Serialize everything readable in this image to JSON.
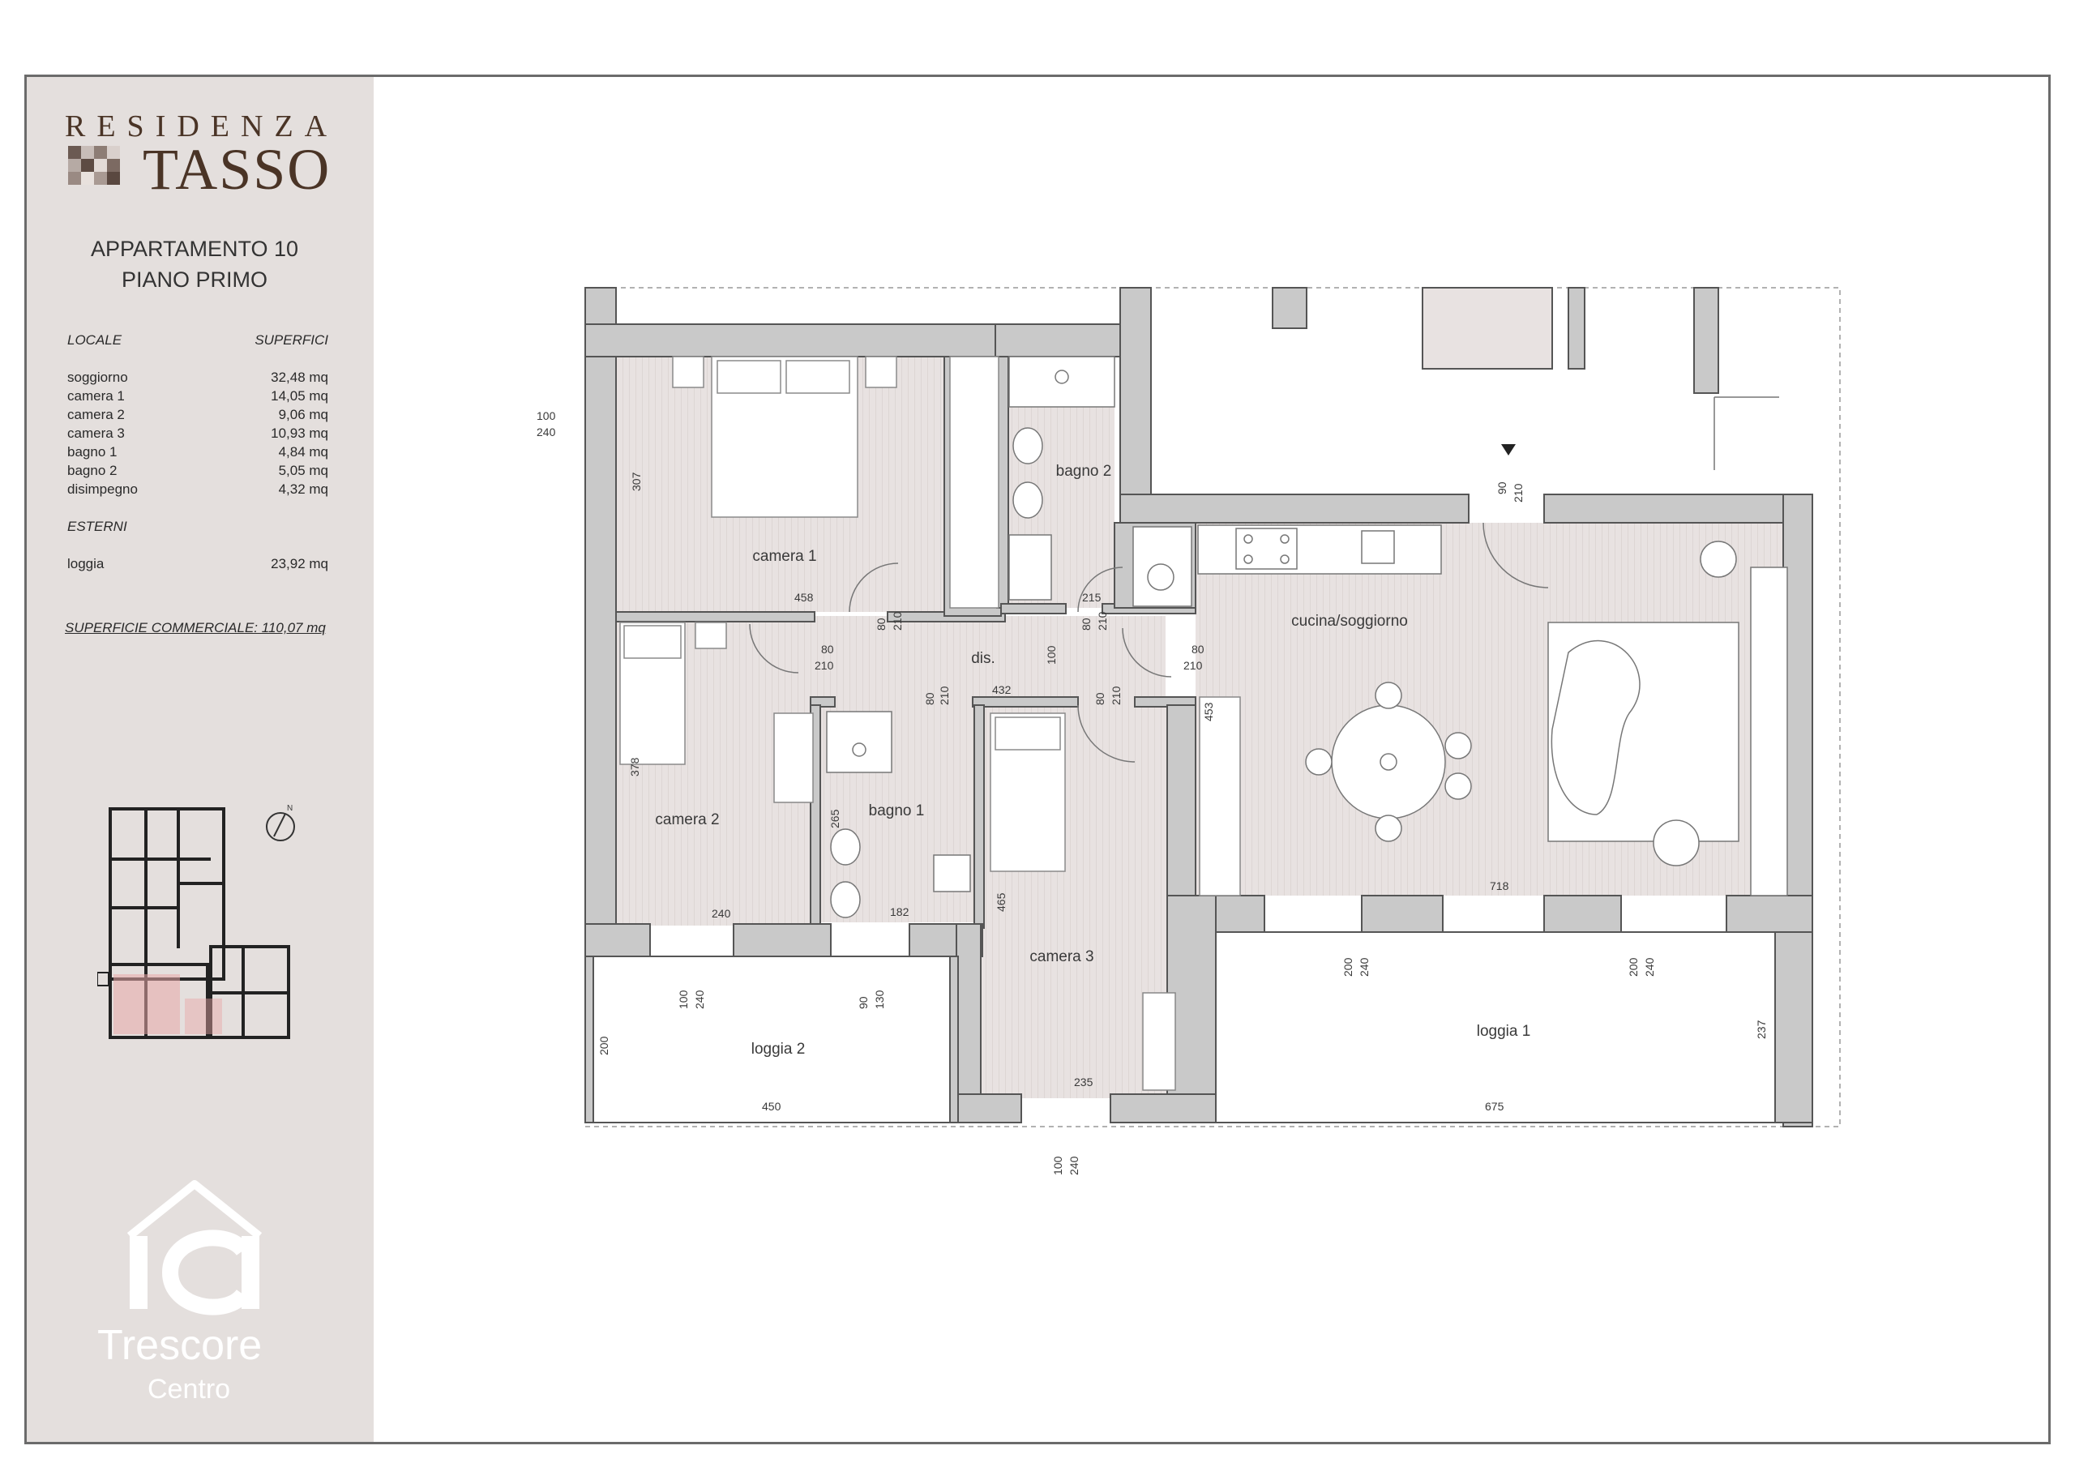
{
  "brand": {
    "top": "RESIDENZA",
    "main": "TASSO"
  },
  "apartment": {
    "line1": "APPARTAMENTO 10",
    "line2": "PIANO PRIMO"
  },
  "table": {
    "col_room": "LOCALE",
    "col_area": "SUPERFICI",
    "rows": [
      {
        "room": "soggiorno",
        "area": "32,48 mq"
      },
      {
        "room": "camera 1",
        "area": "14,05 mq"
      },
      {
        "room": "camera 2",
        "area": "9,06 mq"
      },
      {
        "room": "camera 3",
        "area": "10,93 mq"
      },
      {
        "room": "bagno 1",
        "area": "4,84 mq"
      },
      {
        "room": "bagno 2",
        "area": "5,05 mq"
      },
      {
        "room": "disimpegno",
        "area": "4,32 mq"
      }
    ],
    "external_header": "ESTERNI",
    "external_rows": [
      {
        "room": "loggia",
        "area": "23,92 mq"
      }
    ],
    "commercial": "SUPERFICIE COMMERCIALE: 110,07 mq"
  },
  "north_label": "N",
  "logo": {
    "name": "Trescore",
    "sub": "Centro"
  },
  "plan": {
    "rooms": {
      "camera1": "camera 1",
      "camera2": "camera 2",
      "camera3": "camera 3",
      "bagno1": "bagno 1",
      "bagno2": "bagno 2",
      "dis": "dis.",
      "cucina": "cucina/soggiorno",
      "loggia1": "loggia 1",
      "loggia2": "loggia 2"
    },
    "dims": {
      "d_100": "100",
      "d_240": "240",
      "d_307": "307",
      "d_458": "458",
      "d_80": "80",
      "d_210": "210",
      "d_215": "215",
      "d_432": "432",
      "d_90": "90",
      "d_453": "453",
      "d_378": "378",
      "d_265": "265",
      "d_182": "182",
      "d_465": "465",
      "d_718": "718",
      "d_200": "200",
      "d_130": "130",
      "d_450": "450",
      "d_235": "235",
      "d_675": "675",
      "d_237": "237"
    }
  },
  "colors": {
    "sidebar": "#e4dfdd",
    "brand": "#4a3426",
    "room_fill": "#e6e0df",
    "wall": "#c9c9c9",
    "frame": "#6b6b6b"
  }
}
